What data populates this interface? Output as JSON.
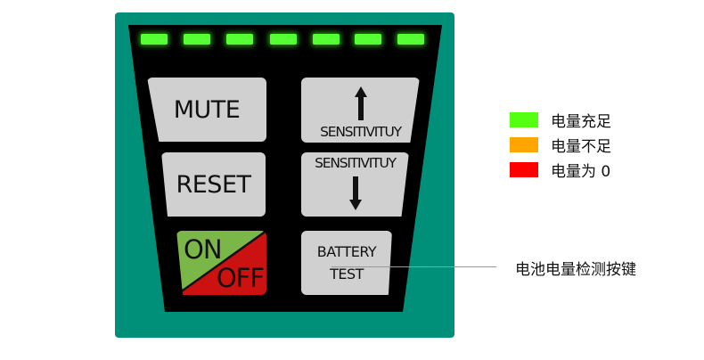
{
  "leds": {
    "count": 7,
    "color": "#55ff33"
  },
  "colors": {
    "device_body": "#008f78",
    "panel": "#000000",
    "button": "#d0d0d0",
    "on": "#7ab648",
    "off": "#cc1111",
    "callout_line": "#e8891c"
  },
  "buttons": {
    "mute": "MUTE",
    "reset": "RESET",
    "sensitivity_up": "SENSITIVITUY",
    "sensitivity_down": "SENSITIVITUY",
    "on": "ON",
    "off": "OFF",
    "battery_line1": "BATTERY",
    "battery_line2": "TEST"
  },
  "callout": {
    "label": "电池电量检测按键"
  },
  "legend": [
    {
      "label": "电量充足",
      "color": "#55ff11"
    },
    {
      "label": "电量不足",
      "color": "#ffa500"
    },
    {
      "label": "电量为 0",
      "color": "#ff0000"
    }
  ]
}
